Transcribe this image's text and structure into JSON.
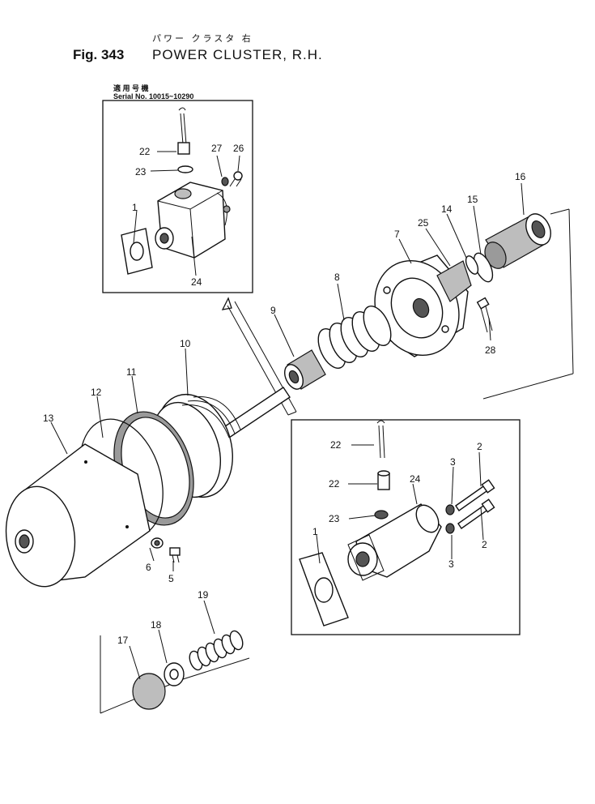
{
  "header": {
    "figure_number": "Fig. 343",
    "title": "POWER CLUSTER, R.H.",
    "japanese_title": "パワー クラスタ 右"
  },
  "inset_top": {
    "serial_heading": "適 用 号 機",
    "serial_text": "Serial No. 10015~10290"
  },
  "callouts": {
    "c22_top": "22",
    "c23_top": "23",
    "c27": "27",
    "c26": "26",
    "c1_top": "1",
    "c24_top": "24",
    "c7": "7",
    "c8": "8",
    "c9": "9",
    "c10": "10",
    "c11": "11",
    "c12": "12",
    "c13": "13",
    "c14": "14",
    "c15": "15",
    "c16": "16",
    "c25": "25",
    "c28": "28",
    "c22_a": "22",
    "c22_b": "22",
    "c23_b": "23",
    "c24_b": "24",
    "c3_a": "3",
    "c3_b": "3",
    "c2_a": "2",
    "c2_b": "2",
    "c1_b": "1",
    "c6": "6",
    "c5": "5",
    "c17": "17",
    "c18": "18",
    "c19": "19"
  }
}
